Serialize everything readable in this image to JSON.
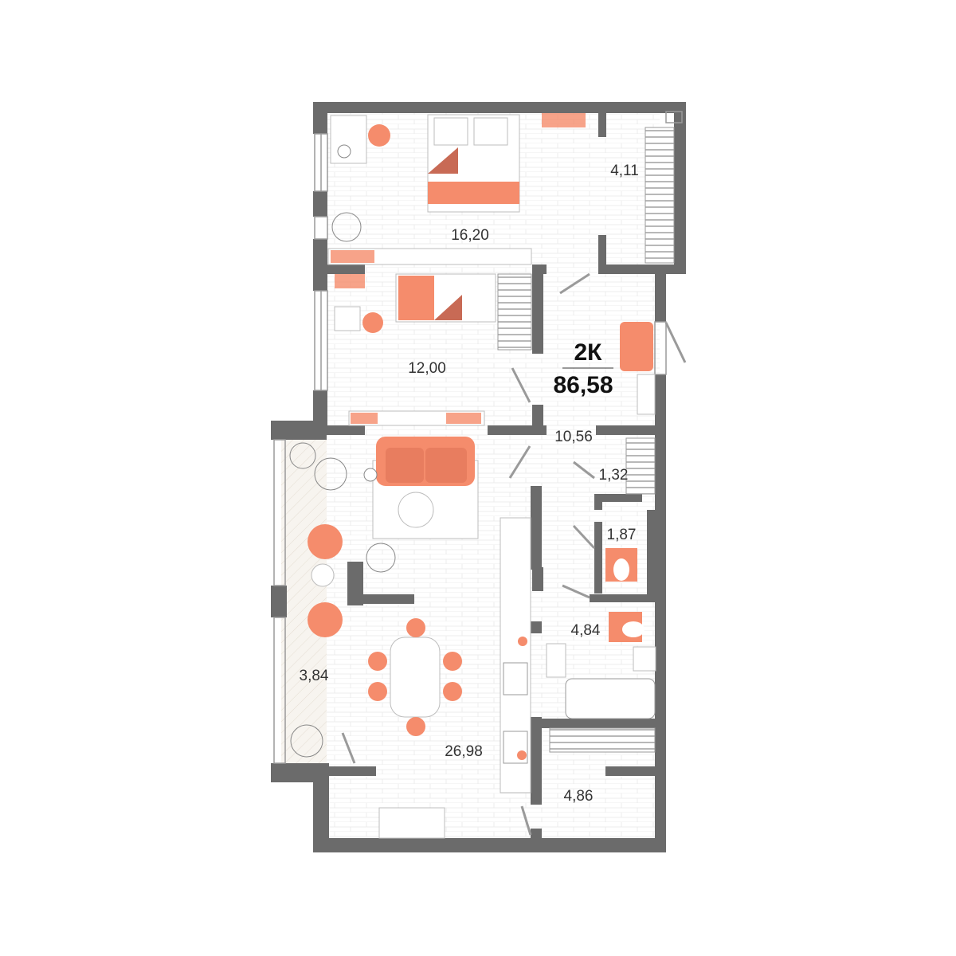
{
  "apartment": {
    "type_label": "2К",
    "total_area": "86,58"
  },
  "rooms": {
    "bedroom_main": "16,20",
    "dressing": "4,11",
    "bedroom_second": "12,00",
    "hall": "10,56",
    "closet_small": "1,32",
    "toilet": "1,87",
    "bathroom": "4,84",
    "living_kitchen": "26,98",
    "balcony": "3,84",
    "storage": "4,86"
  },
  "colors": {
    "wall": "#6b6b6b",
    "accent": "#f58c6c",
    "accent_dark": "#c86a55",
    "floor_line": "#e8e8e8",
    "furniture_stroke": "#bdbdbd"
  }
}
